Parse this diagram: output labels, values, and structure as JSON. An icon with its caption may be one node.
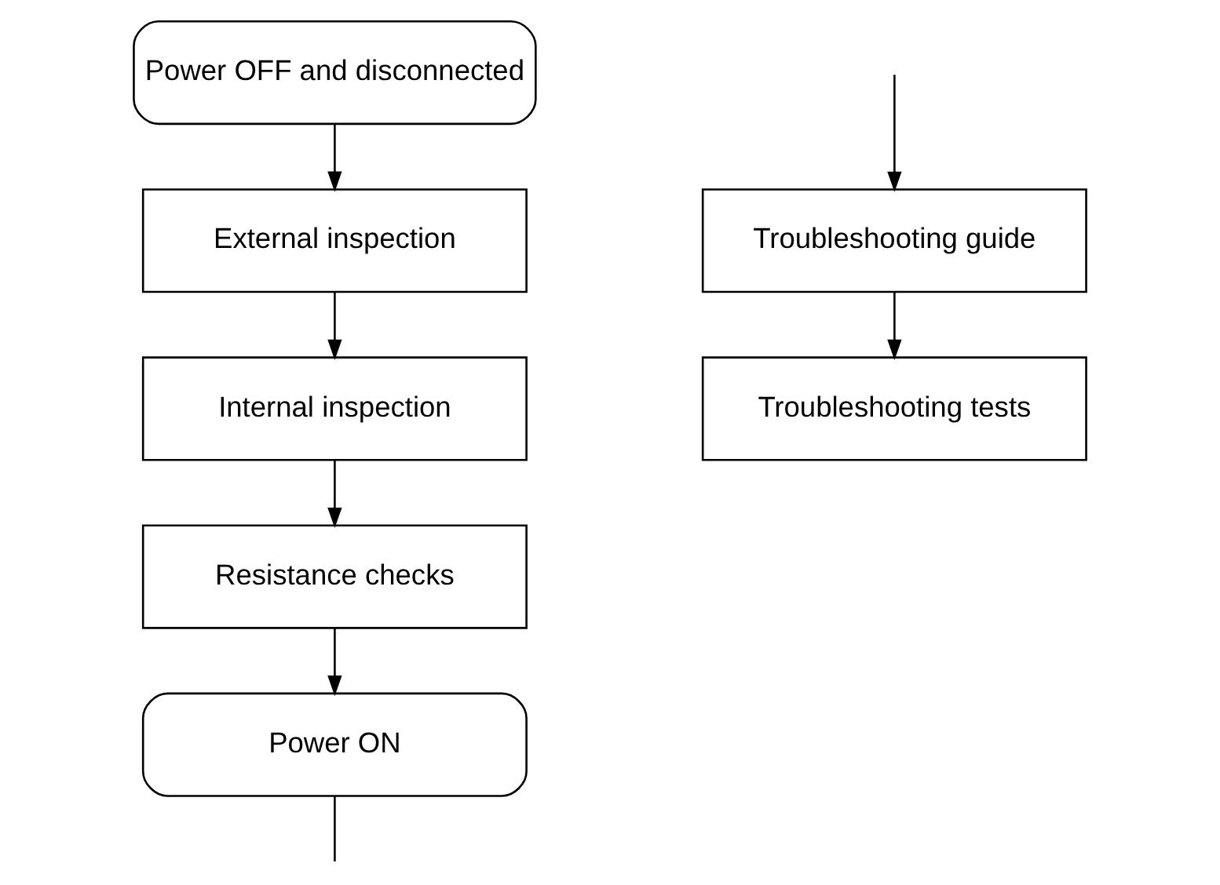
{
  "diagram": {
    "nodes": [
      {
        "text": [
          "Power OFF and disconnected"
        ]
      },
      {
        "text": [
          "External inspection"
        ]
      },
      {
        "text": [
          "Internal inspection"
        ]
      },
      {
        "text": [
          "Resistance checks"
        ]
      },
      {
        "text": [
          "Power ON"
        ]
      },
      {
        "text": [
          "Troubleshooting guide"
        ]
      },
      {
        "text": [
          "Troubleshooting tests"
        ]
      }
    ],
    "edges": [
      {
        "from": 0,
        "to": 1,
        "arrow": "to"
      },
      {
        "from": 1,
        "to": 2,
        "arrow": "to"
      },
      {
        "from": 2,
        "to": 3,
        "arrow": "to"
      },
      {
        "from": 3,
        "to": 4,
        "arrow": "to"
      },
      {
        "from": 4,
        "to": null,
        "arrow": "none"
      },
      {
        "from": null,
        "to": 5,
        "arrow": "to"
      },
      {
        "from": 5,
        "to": 6,
        "arrow": "to"
      }
    ]
  }
}
